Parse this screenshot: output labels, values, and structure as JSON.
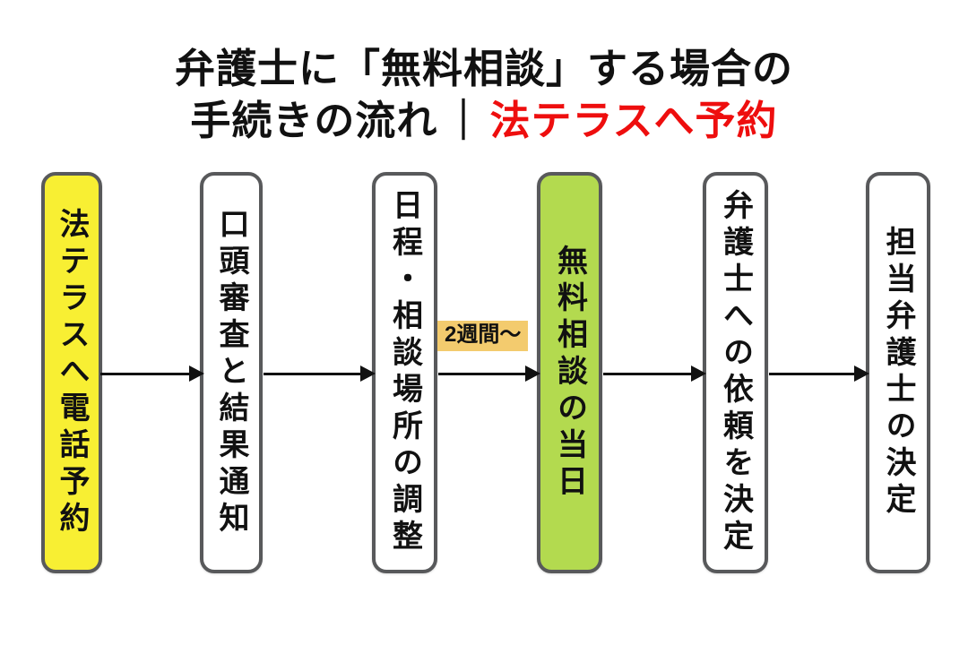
{
  "title": {
    "line1": "弁護士に「無料相談」する場合の",
    "line2_prefix": "手続きの流れ",
    "divider": "｜",
    "line2_highlight": "法テラスへ予約",
    "highlight_color": "#ee0e0e"
  },
  "flow": {
    "border_color": "#58595b",
    "arrow_color": "#111111",
    "steps": [
      {
        "label": "法テラスへ電話予約",
        "fill": "#f8ef33"
      },
      {
        "label": "口頭審査と結果通知",
        "fill": "#ffffff"
      },
      {
        "label": "日程・相談場所の調整",
        "fill": "#ffffff"
      },
      {
        "label": "無料相談の当日",
        "fill": "#b3da4f"
      },
      {
        "label": "弁護士への依頼を決定",
        "fill": "#ffffff"
      },
      {
        "label": "担当弁護士の決定",
        "fill": "#ffffff"
      }
    ],
    "annotation": {
      "text": "2週間〜",
      "fill": "#f3cb6e"
    }
  }
}
